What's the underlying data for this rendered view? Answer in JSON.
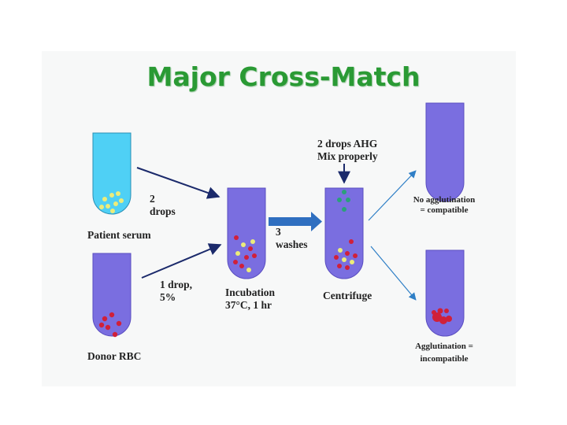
{
  "title": "Major Cross-Match",
  "labels": {
    "drops_2": [
      "2",
      "drops"
    ],
    "patient_serum": "Patient serum",
    "drop_1": [
      "1 drop,",
      "5%"
    ],
    "donor_rbc": "Donor RBC",
    "incubation": [
      "Incubation",
      "37°C, 1 hr"
    ],
    "washes": [
      "3",
      "washes"
    ],
    "ahg": [
      "2 drops AHG",
      "Mix properly"
    ],
    "centrifuge": "Centrifuge",
    "no_agglutination": [
      "No agglutination",
      "= compatible"
    ],
    "agglutination": [
      "Agglutination =",
      "incompatible"
    ]
  },
  "colors": {
    "title": "#2a9a34",
    "serum_tube": "#4fd0f5",
    "rbc_tube": "#7a6ee0",
    "red_cell": "#d0203a",
    "antibody": "#ecec7a",
    "ahg": "#2aa07a",
    "arrow_dark": "#1b2a6b",
    "arrow_blue": "#2f7fc6"
  }
}
